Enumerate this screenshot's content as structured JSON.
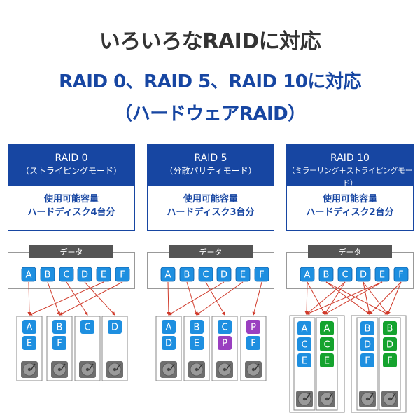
{
  "header": {
    "title": "いろいろなRAIDに対応",
    "subtitle_line1": "RAID 0、RAID 5、RAID 10に対応",
    "subtitle_line2": "（ハードウェアRAID）"
  },
  "colors": {
    "brand_blue": "#1746a2",
    "block_blue": "#1e8fe0",
    "parity_purple": "#9a3fc0",
    "mirror_green": "#14a32e",
    "arrow_red": "#d03a2a",
    "data_bar": "#555555"
  },
  "cards": [
    {
      "name": "RAID 0",
      "mode": "（ストライピングモード）",
      "capacity_label": "使用可能容量",
      "capacity_value": "ハードディスク4台分"
    },
    {
      "name": "RAID 5",
      "mode": "（分散パリティモード）",
      "capacity_label": "使用可能容量",
      "capacity_value": "ハードディスク3台分"
    },
    {
      "name": "RAID 10",
      "mode": "（ミラーリング＋ストライピングモード）",
      "capacity_label": "使用可能容量",
      "capacity_value": "ハードディスク2台分"
    }
  ],
  "data_label": "データ",
  "data_blocks": [
    "A",
    "B",
    "C",
    "D",
    "E",
    "F"
  ],
  "raid0_disks": [
    [
      "A",
      "E"
    ],
    [
      "B",
      "F"
    ],
    [
      "C"
    ],
    [
      "D"
    ]
  ],
  "raid5_disks": [
    [
      "A",
      "D"
    ],
    [
      "B",
      "E"
    ],
    [
      "C",
      "P"
    ],
    [
      "P",
      "F"
    ]
  ],
  "raid10_groups": [
    {
      "disks": [
        [
          "A",
          "C",
          "E"
        ],
        [
          "A",
          "C",
          "E"
        ]
      ]
    },
    {
      "disks": [
        [
          "B",
          "D",
          "F"
        ],
        [
          "B",
          "D",
          "F"
        ]
      ]
    }
  ],
  "disk_icon": "hard-disk-icon"
}
